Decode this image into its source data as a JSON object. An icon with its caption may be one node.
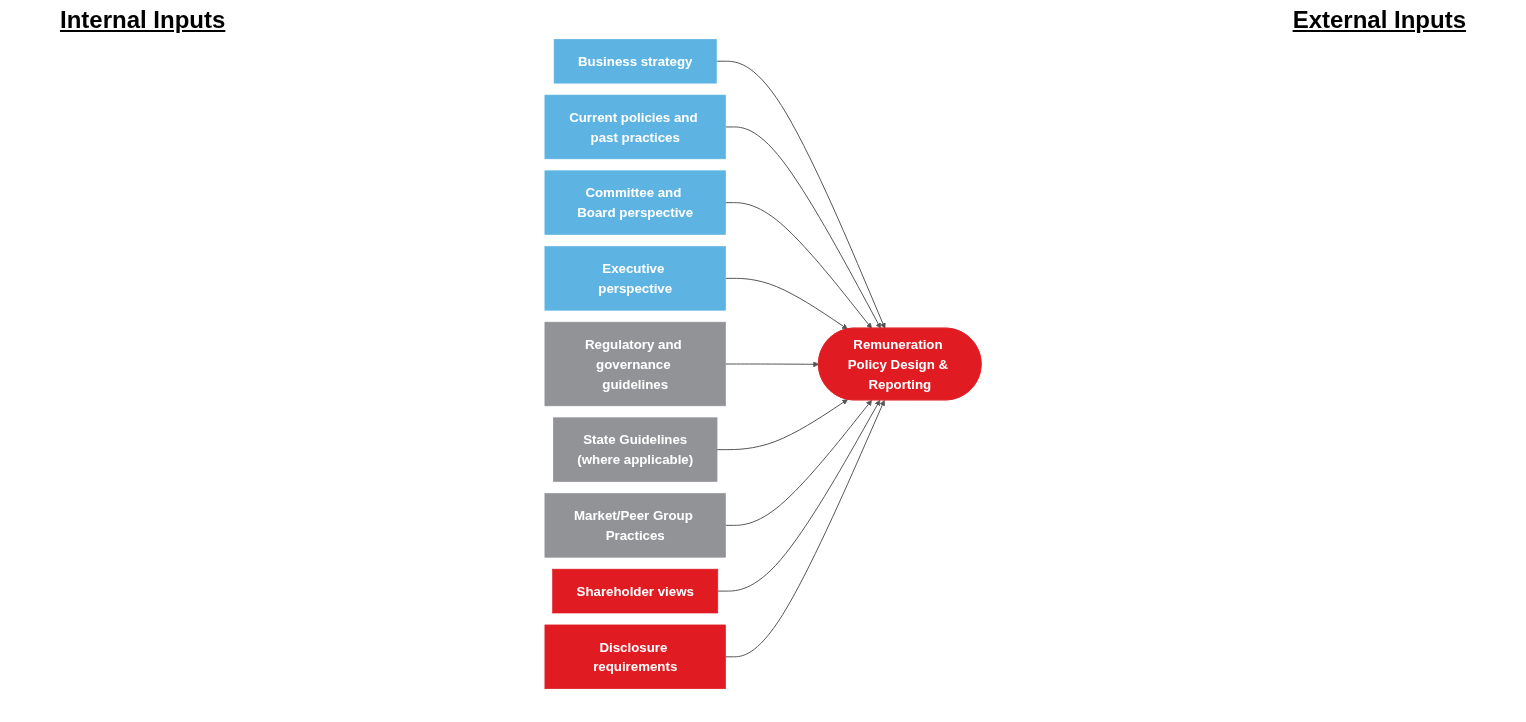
{
  "diagram": {
    "nodes": [
      {
        "text": [
          "Business strategy"
        ]
      },
      {
        "text": [
          "Current policies and past practices"
        ]
      },
      {
        "text": [
          "Committee and Board perspective"
        ]
      },
      {
        "text": [
          "Executive perspective"
        ]
      },
      {
        "text": [
          "Remuneration Policy Design & Reporting"
        ]
      },
      {
        "text": [
          "Regulatory and governance guidelines"
        ]
      },
      {
        "text": [
          "State Guidelines",
          "(where applicable)"
        ]
      },
      {
        "text": [
          "Market/Peer Group Practices"
        ]
      },
      {
        "text": [
          "Shareholder views"
        ]
      },
      {
        "text": [
          "Disclosure requirements"
        ]
      }
    ],
    "edges": [
      {
        "from": 0,
        "to": 4,
        "arrow": "to"
      },
      {
        "from": 1,
        "to": 4,
        "arrow": "to"
      },
      {
        "from": 2,
        "to": 4,
        "arrow": "to"
      },
      {
        "from": 3,
        "to": 4,
        "arrow": "to"
      },
      {
        "from": 5,
        "to": 4,
        "arrow": "to"
      },
      {
        "from": 6,
        "to": 4,
        "arrow": "to"
      },
      {
        "from": 7,
        "to": 4,
        "arrow": "to"
      },
      {
        "from": 8,
        "to": 4,
        "arrow": "to"
      },
      {
        "from": 9,
        "to": 4,
        "arrow": "to"
      }
    ],
    "labels": [
      "Internal Inputs",
      "External Inputs"
    ]
  }
}
